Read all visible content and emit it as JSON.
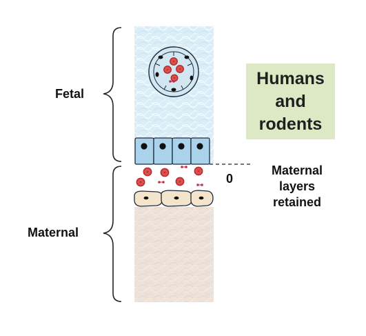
{
  "labels": {
    "fetal": "Fetal",
    "maternal": "Maternal",
    "zero": "0"
  },
  "group_box": {
    "text": "Humans\nand\nrodents"
  },
  "layer_note": {
    "text": "Maternal\nlayers\nretained"
  },
  "colors": {
    "fetal_tissue": "#d6eaf5",
    "maternal_tissue": "#ebdfd6",
    "trophoblast": "#b3d6ec",
    "decidual_cell": "#f6e6cf",
    "blood_cell": "#d23a3a",
    "group_box_fill": "#dde9c5"
  }
}
